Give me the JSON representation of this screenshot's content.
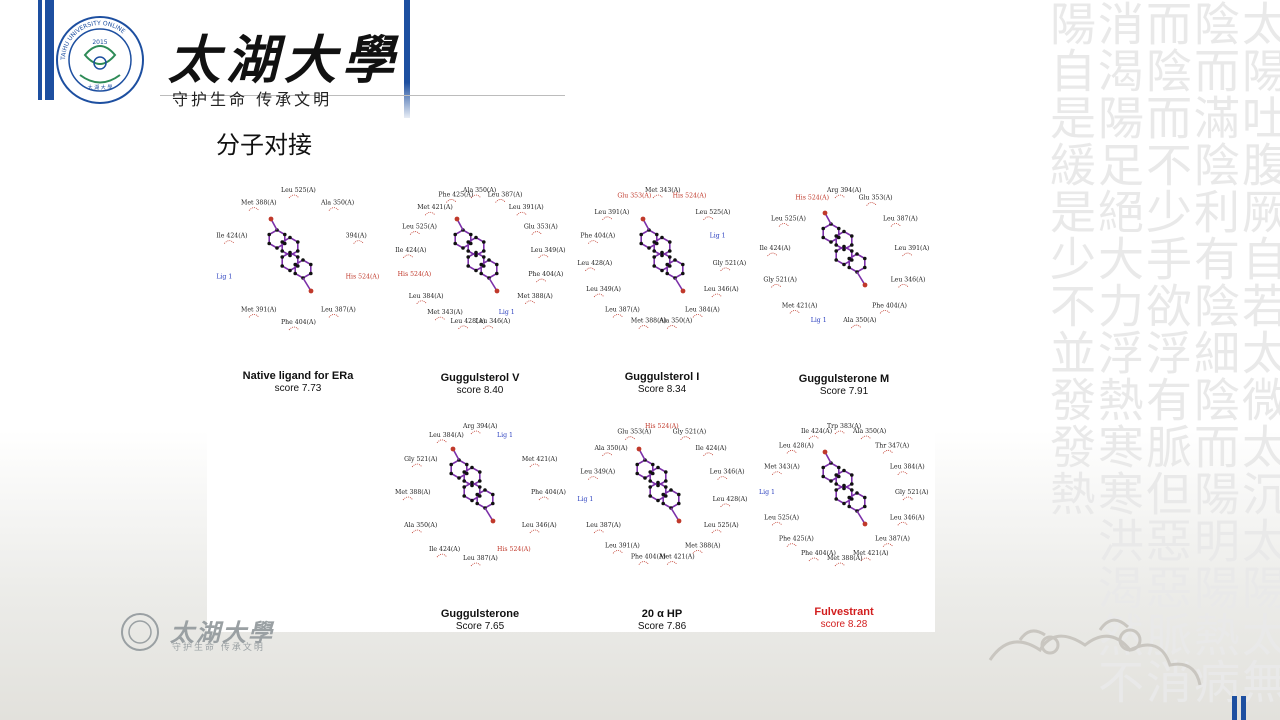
{
  "header": {
    "university_name": "太湖大學",
    "motto": "守护生命 传承文明",
    "logo": {
      "ring_text": "TAIHU UNIVERSITY ONLINE",
      "year": "2015",
      "inner_text": "太 湖 大 學"
    }
  },
  "slide": {
    "title": "分子对接"
  },
  "background": {
    "calligraphy": "太陽吐腹厥自若太微太沉太陽太無陰而滿陰利有陰細陰而陽明陽熱病而陰而不少手欲浮有脈但惡惡脈消消渴陽足絕大力浮熱寒寒洪渴然不陽自是緩是少不並發發熱"
  },
  "panels": [
    {
      "name": "Native ligand for  ERa",
      "score": "score 7.73",
      "highlight": false,
      "labels": [
        "Leu 525(A)",
        "Ala 350(A)",
        "394(A)",
        "His 524(A)",
        "Leu 387(A)",
        "Phe 404(A)",
        "Met 391(A)",
        "Lig 1",
        "Ile 424(A)",
        "Met 388(A)"
      ]
    },
    {
      "name": "Guggulsterol V",
      "score": "score 8.40",
      "highlight": false,
      "labels": [
        "Ala 350(A)",
        "Leu 387(A)",
        "Leu 391(A)",
        "Glu 353(A)",
        "Leu 349(A)",
        "Phe 404(A)",
        "Met 388(A)",
        "Lig 1",
        "Leu 346(A)",
        "Leu 428(A)",
        "Met 343(A)",
        "Leu 384(A)",
        "His 524(A)",
        "Ile 424(A)",
        "Leu 525(A)",
        "Met 421(A)",
        "Phe 425(A)"
      ]
    },
    {
      "name": "Guggulsterol I",
      "score": "Score 8.34",
      "highlight": false,
      "labels": [
        "Met 343(A)",
        "His 524(A)",
        "Leu 525(A)",
        "Lig 1",
        "Gly 521(A)",
        "Leu 346(A)",
        "Leu 384(A)",
        "Ala 350(A)",
        "Met 388(A)",
        "Leu 387(A)",
        "Leu 349(A)",
        "Leu 428(A)",
        "Phe 404(A)",
        "Leu 391(A)",
        "Glu 353(A)"
      ]
    },
    {
      "name": "Guggulsterone M",
      "score": "Score 7.91",
      "highlight": false,
      "labels": [
        "Arg 394(A)",
        "Glu 353(A)",
        "Leu 387(A)",
        "Leu 391(A)",
        "Leu 346(A)",
        "Phe 404(A)",
        "Ala 350(A)",
        "Lig 1",
        "Met 421(A)",
        "Gly 521(A)",
        "Ile 424(A)",
        "Leu 525(A)",
        "His 524(A)"
      ]
    },
    {
      "name": "Guggulsterone",
      "score": "Score 7.65",
      "highlight": false,
      "labels": [
        "Arg 394(A)",
        "Lig 1",
        "Met 421(A)",
        "Phe 404(A)",
        "Leu 346(A)",
        "His 524(A)",
        "Leu 387(A)",
        "Ile 424(A)",
        "Ala 350(A)",
        "Met 388(A)",
        "Gly 521(A)",
        "Leu 384(A)"
      ]
    },
    {
      "name": "20 α HP",
      "score": "Score 7.86",
      "highlight": false,
      "labels": [
        "His 524(A)",
        "Gly 521(A)",
        "Ile 424(A)",
        "Leu 346(A)",
        "Leu 428(A)",
        "Leu 525(A)",
        "Met 388(A)",
        "Met 421(A)",
        "Phe 404(A)",
        "Leu 391(A)",
        "Leu 387(A)",
        "Lig 1",
        "Leu 349(A)",
        "Ala 350(A)",
        "Glu 353(A)"
      ]
    },
    {
      "name": "Fulvestrant",
      "score": "score 8.28",
      "highlight": true,
      "labels": [
        "Trp 383(A)",
        "Ala 350(A)",
        "Thr 347(A)",
        "Leu 384(A)",
        "Gly 521(A)",
        "Leu 346(A)",
        "Leu 387(A)",
        "Met 421(A)",
        "Met 388(A)",
        "Phe 404(A)",
        "Phe 425(A)",
        "Leu 525(A)",
        "Lig 1",
        "Met 343(A)",
        "Leu 428(A)",
        "Ile 424(A)"
      ]
    }
  ],
  "footer": {
    "university_name": "太湖大學",
    "motto": "守护生命 传承文明"
  },
  "colors": {
    "brand_blue": "#1d4fa0",
    "bond_purple": "#7b2fa8",
    "residue_red": "#c0392b",
    "highlight_red": "#d21e1e"
  }
}
